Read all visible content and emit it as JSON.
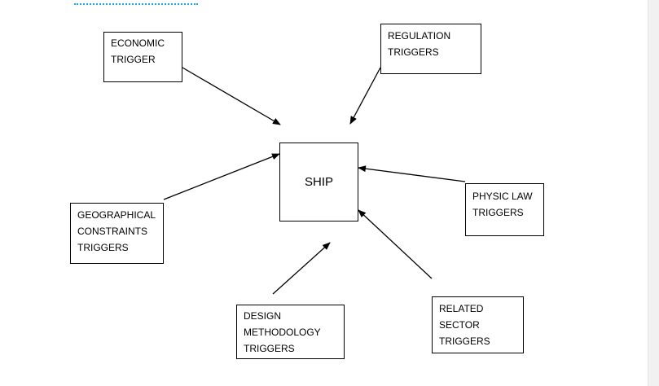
{
  "center_node": {
    "label": "SHIP"
  },
  "nodes": {
    "economic": {
      "lines": [
        "ECONOMIC",
        "TRIGGER"
      ]
    },
    "regulation": {
      "lines": [
        "REGULATION",
        "TRIGGERS"
      ]
    },
    "geographical": {
      "lines": [
        "GEOGRAPHICAL",
        "CONSTRAINTS",
        "TRIGGERS"
      ]
    },
    "physic_law": {
      "lines": [
        "PHYSIC LAW",
        "TRIGGERS"
      ]
    },
    "design": {
      "lines": [
        "DESIGN",
        "METHODOLOGY",
        "TRIGGERS"
      ]
    },
    "related": {
      "lines": [
        "RELATED",
        "SECTOR",
        "TRIGGERS"
      ]
    }
  },
  "edges": [
    {
      "from": "economic",
      "to": "center_node"
    },
    {
      "from": "regulation",
      "to": "center_node"
    },
    {
      "from": "geographical",
      "to": "center_node"
    },
    {
      "from": "physic_law",
      "to": "center_node"
    },
    {
      "from": "design",
      "to": "center_node"
    },
    {
      "from": "related",
      "to": "center_node"
    }
  ],
  "colors": {
    "line": "#000000",
    "box_border": "#000000",
    "top_underline": "#2aa4e0"
  }
}
